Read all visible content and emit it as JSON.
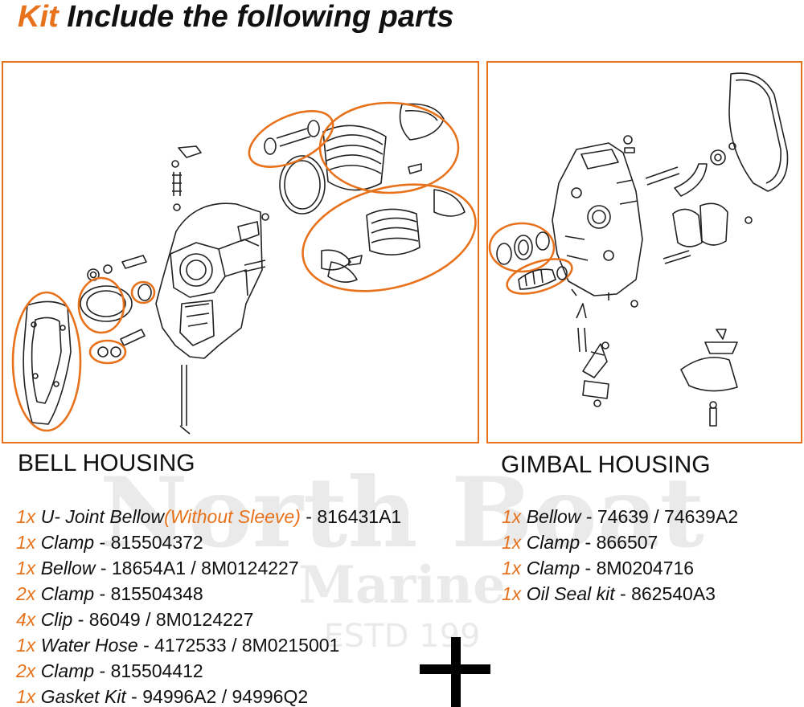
{
  "heading": {
    "kit": "Kit",
    "rest": "Include the following parts"
  },
  "watermark": {
    "line1": "North Boat",
    "line2": "Marine",
    "line3": "ESTD 199"
  },
  "bell_housing": {
    "title": "BELL HOUSING",
    "items": [
      {
        "qty": "1x",
        "name": "U- Joint Bellow",
        "note": "(Without Sleeve)",
        "part": " - 816431A1"
      },
      {
        "qty": "1x",
        "name": "Clamp",
        "note": "",
        "part": " - 815504372"
      },
      {
        "qty": "1x",
        "name": "Bellow",
        "note": "",
        "part": " - 18654A1 / 8M0124227"
      },
      {
        "qty": "2x",
        "name": "Clamp",
        "note": "",
        "part": " - 815504348"
      },
      {
        "qty": "4x",
        "name": "Clip",
        "note": "",
        "part": " - 86049 / 8M0124227"
      },
      {
        "qty": "1x",
        "name": "Water Hose",
        "note": "",
        "part": " - 4172533 / 8M0215001"
      },
      {
        "qty": "2x",
        "name": "Clamp",
        "note": "",
        "part": " - 815504412"
      },
      {
        "qty": "1x",
        "name": "Gasket Kit",
        "note": "",
        "part": " - 94996A2 / 94996Q2"
      }
    ]
  },
  "gimbal_housing": {
    "title": "GIMBAL HOUSING",
    "items": [
      {
        "qty": "1x",
        "name": "Bellow",
        "part": " - 74639 / 74639A2"
      },
      {
        "qty": "1x",
        "name": "Clamp",
        "part": " - 866507"
      },
      {
        "qty": "1x",
        "name": "Clamp",
        "part": " - 8M0204716"
      },
      {
        "qty": "1x",
        "name": "Oil Seal kit",
        "part": " - 862540A3"
      }
    ]
  },
  "colors": {
    "accent": "#e8721c",
    "text": "#111111",
    "line": "#222222"
  },
  "icons": {
    "plus": "plus-icon"
  }
}
